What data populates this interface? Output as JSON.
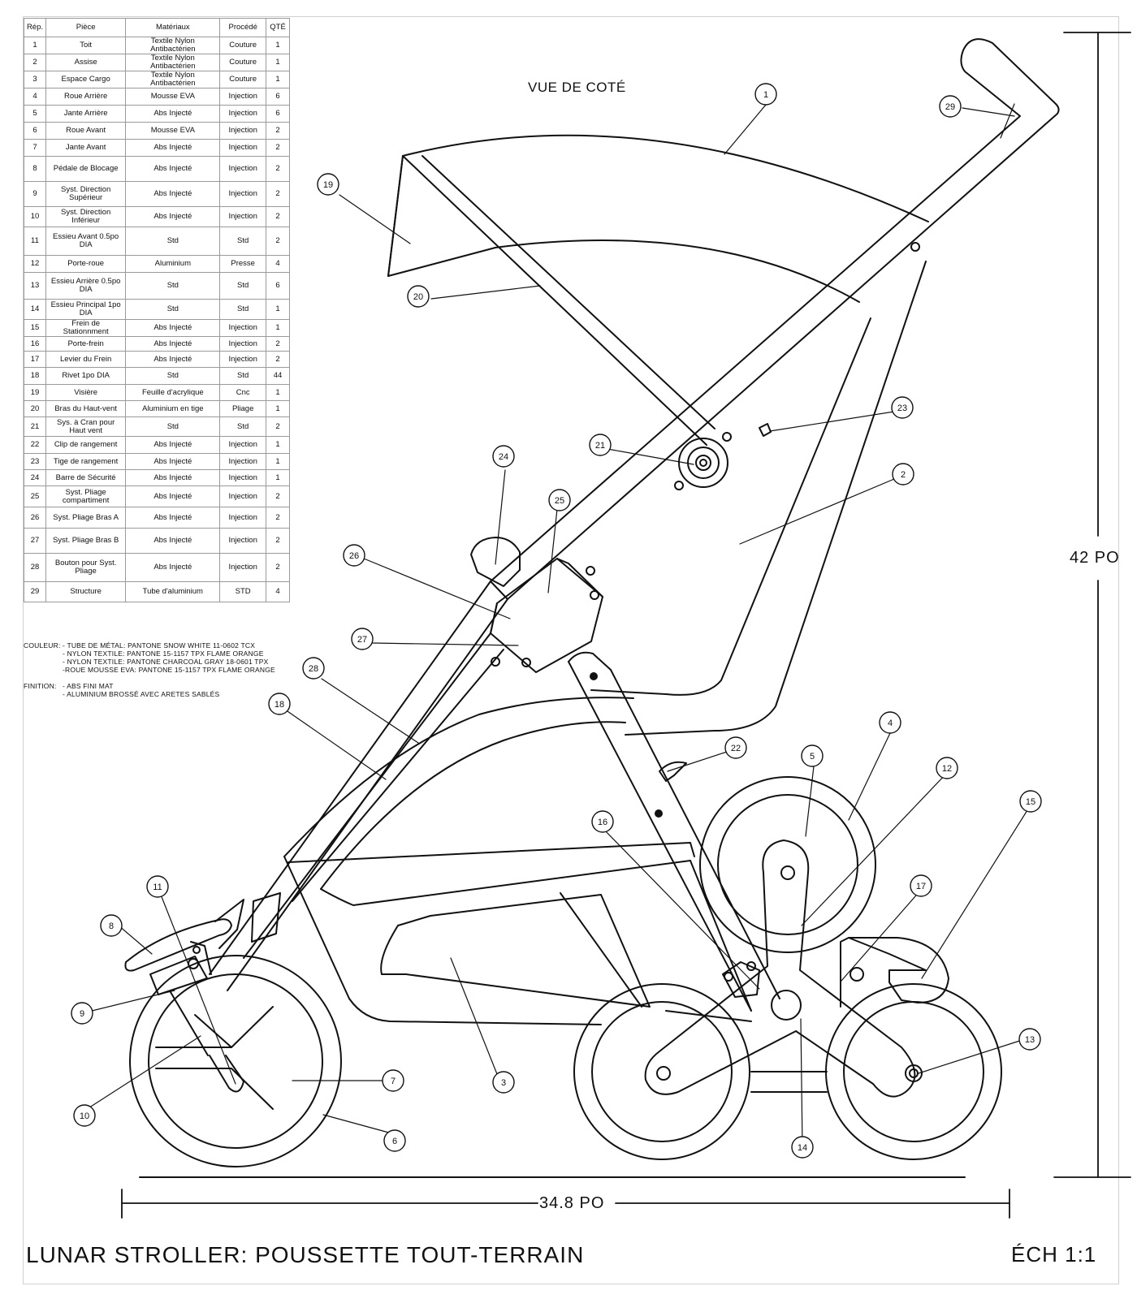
{
  "bom": {
    "headers": [
      "Rép.",
      "Pièce",
      "Matériaux",
      "Procédé",
      "QTÉ"
    ],
    "rows": [
      [
        "1",
        "Toit",
        "Textile Nylon Antibactérien",
        "Couture",
        "1"
      ],
      [
        "2",
        "Assise",
        "Textile Nylon Antibactérien",
        "Couture",
        "1"
      ],
      [
        "3",
        "Espace Cargo",
        "Textile Nylon Antibactérien",
        "Couture",
        "1"
      ],
      [
        "4",
        "Roue Arrière",
        "Mousse EVA",
        "Injection",
        "6"
      ],
      [
        "5",
        "Jante Arrière",
        "Abs Injecté",
        "Injection",
        "6"
      ],
      [
        "6",
        "Roue Avant",
        "Mousse EVA",
        "Injection",
        "2"
      ],
      [
        "7",
        "Jante Avant",
        "Abs Injecté",
        "Injection",
        "2"
      ],
      [
        "8",
        "Pédale de Blocage",
        "Abs Injecté",
        "Injection",
        "2"
      ],
      [
        "9",
        "Syst. Direction Supérieur",
        "Abs Injecté",
        "Injection",
        "2"
      ],
      [
        "10",
        "Syst. Direction Inférieur",
        "Abs Injecté",
        "Injection",
        "2"
      ],
      [
        "11",
        "Essieu Avant 0.5po DIA",
        "Std",
        "Std",
        "2"
      ],
      [
        "12",
        "Porte-roue",
        "Aluminium",
        "Presse",
        "4"
      ],
      [
        "13",
        "Essieu Arrière 0.5po DIA",
        "Std",
        "Std",
        "6"
      ],
      [
        "14",
        "Essieu Principal 1po DIA",
        "Std",
        "Std",
        "1"
      ],
      [
        "15",
        "Frein de Stationnment",
        "Abs Injecté",
        "Injection",
        "1"
      ],
      [
        "16",
        "Porte-frein",
        "Abs Injecté",
        "Injection",
        "2"
      ],
      [
        "17",
        "Levier du Frein",
        "Abs Injecté",
        "Injection",
        "2"
      ],
      [
        "18",
        "Rivet 1po DIA",
        "Std",
        "Std",
        "44"
      ],
      [
        "19",
        "Visière",
        "Feuille d'acrylique",
        "Cnc",
        "1"
      ],
      [
        "20",
        "Bras du Haut-vent",
        "Aluminium en tige",
        "Pliage",
        "1"
      ],
      [
        "21",
        "Sys. à Cran pour Haut vent",
        "Std",
        "Std",
        "2"
      ],
      [
        "22",
        "Clip de rangement",
        "Abs Injecté",
        "Injection",
        "1"
      ],
      [
        "23",
        "Tige de rangement",
        "Abs Injecté",
        "Injection",
        "1"
      ],
      [
        "24",
        "Barre de Sécurité",
        "Abs Injecté",
        "Injection",
        "1"
      ],
      [
        "25",
        "Syst. Pliage compartiment",
        "Abs Injecté",
        "Injection",
        "2"
      ],
      [
        "26",
        "Syst. Pliage Bras A",
        "Abs Injecté",
        "Injection",
        "2"
      ],
      [
        "27",
        "Syst. Pliage Bras B",
        "Abs Injecté",
        "Injection",
        "2"
      ],
      [
        "28",
        "Bouton pour Syst. Pliage",
        "Abs Injecté",
        "Injection",
        "2"
      ],
      [
        "29",
        "Structure",
        "Tube d'aluminium",
        "STD",
        "4"
      ]
    ]
  },
  "notes": {
    "couleur_label": "Couleur:",
    "couleur_lines": [
      "- Tube de métal: Pantone Snow White 11-0602 TCX",
      "- Nylon textile: Pantone 15-1157 TPX Flame Orange",
      "- Nylon textile: Pantone Charcoal Gray 18-0601 TPX",
      "-Roue mousse EVA: Pantone 15-1157 TPX Flame Orange"
    ],
    "finition_label": "Finition:",
    "finition_lines": [
      "- ABS fini mat",
      "- Aluminium brossé avec aretes sablés"
    ]
  },
  "drawing": {
    "view_title": "VUE DE COTÉ",
    "height_dim": "42 PO",
    "width_dim": "34.8 PO",
    "title": "LUNAR STROLLER: POUSSETTE TOUT-TERRAIN",
    "scale": "ÉCH 1:1",
    "balloons": [
      "1",
      "2",
      "3",
      "4",
      "5",
      "6",
      "7",
      "8",
      "9",
      "10",
      "11",
      "12",
      "13",
      "14",
      "15",
      "16",
      "17",
      "18",
      "19",
      "20",
      "21",
      "22",
      "23",
      "24",
      "25",
      "26",
      "27",
      "28",
      "29"
    ]
  }
}
